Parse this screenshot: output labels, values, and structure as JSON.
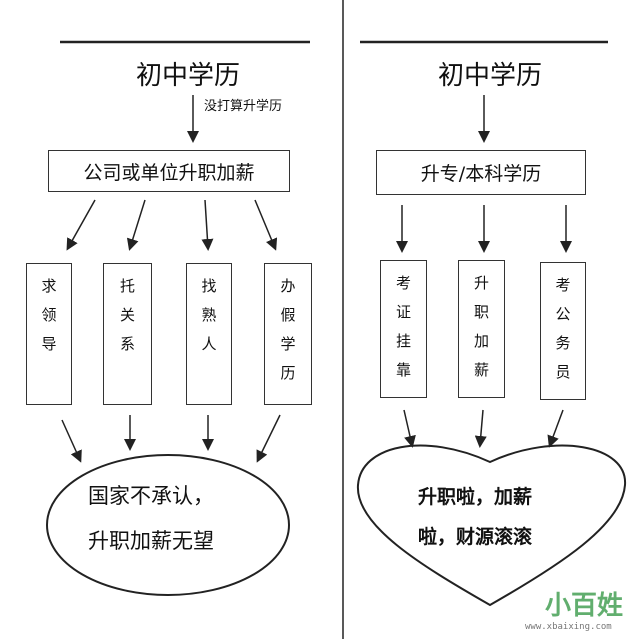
{
  "left": {
    "title": "初中学历",
    "note": "没打算升学历",
    "main_box": "公司或单位升职加薪",
    "options": [
      "求领导",
      "托关系",
      "找熟人",
      "办假学历"
    ],
    "result_line1": "国家不承认，",
    "result_line2": "升职加薪无望"
  },
  "right": {
    "title": "初中学历",
    "main_box": "升专/本科学历",
    "options": [
      "考证挂靠",
      "升职加薪",
      "考公务员"
    ],
    "result_line1": "升职啦，加薪",
    "result_line2": "啦，财源滚滚"
  },
  "watermark": {
    "brand": "小百姓",
    "url": "www.xbaixing.com"
  }
}
